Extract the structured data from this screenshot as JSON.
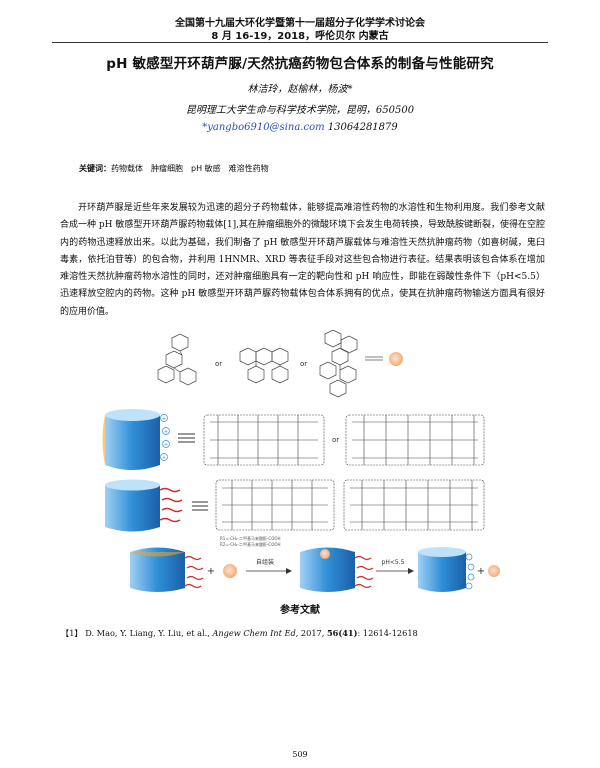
{
  "header": {
    "conference": "全国第十九届大环化学暨第十一届超分子化学学术讨论会",
    "date_place": "8 月 16-19，2018，呼伦贝尔 内蒙古"
  },
  "paper": {
    "title": "pH 敏感型开环葫芦脲/天然抗癌药物包合体系的制备与性能研究",
    "authors": "林洁玲，赵榆林，杨波*",
    "affiliation": "昆明理工大学生命与科学技术学院，昆明，650500",
    "email": "*yangbo6910@sina.com",
    "phone": "13064281879",
    "keywords_label": "关键词：",
    "keywords": "药物载体　肿瘤细胞　pH 敏感　难溶性药物",
    "abstract": "开环葫芦脲是近些年来发展较为迅速的超分子药物载体，能够提高难溶性药物的水溶性和生物利用度。我们参考文献合成一种 pH 敏感型开环葫芦脲药物载体[1],其在肿瘤细胞外的微酸环境下会发生电荷转换，导致酰胺键断裂，使得在空腔内的药物迅速释放出来。以此为基础，我们制备了 pH 敏感型开环葫芦脲载体与难溶性天然抗肿瘤药物（如喜树碱，鬼臼毒素，依托泊苷等）的包合物，并利用 1HNMR、XRD 等表征手段对这些包合物进行表征。结果表明该包合体系在增加难溶性天然抗肿瘤药物水溶性的同时，还对肿瘤细胞具有一定的靶向性和 pH 响应性，即能在弱酸性条件下（pH<5.5）迅速释放空腔内的药物。这种 pH 敏感型开环葫芦脲药物载体包合体系拥有的优点，使其在抗肿瘤药物输送方面具有很好的应用价值。"
  },
  "figure": {
    "or1": "or",
    "or2": "or",
    "or3": "or",
    "step1": "自组装",
    "step2": "pH<5.5",
    "legend_a": "R1=-CH₂-二甲基马来酸酐-COOH",
    "legend_b": "R2=-CH₂-二甲基马来酸酐-COOH"
  },
  "references": {
    "heading": "参考文献",
    "items": [
      {
        "num": "【1】",
        "authors": "D. Mao, Y. Liang, Y. Liu, et al.,",
        "journal": "Angew Chem Int Ed",
        "year_vol": ", 2017,",
        "volume": "56(41)",
        "pages": ": 12614-12618"
      }
    ]
  },
  "page_number": "509",
  "colors": {
    "capsule_blue": "#2f8fd6",
    "chain_red": "#d42a2a",
    "drug_orange": "#f7c09a",
    "email_blue": "#2a4fc0"
  }
}
